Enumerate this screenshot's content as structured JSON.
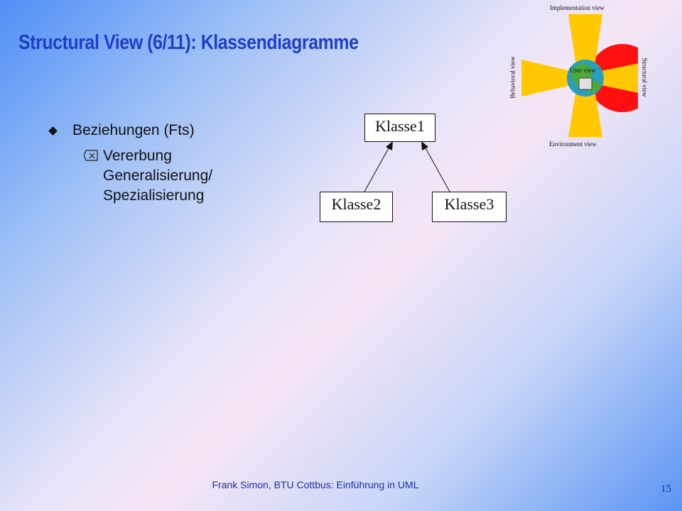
{
  "slide": {
    "title": "Structural View (6/11): Klassendiagramme",
    "bullet_1": "Beziehungen (Fts)",
    "bullet_2_lines": [
      "Vererbung",
      "Generalisierung/",
      "Spezialisierung"
    ],
    "footer": "Frank Simon, BTU Cottbus: Einführung in UML",
    "page_number": "15"
  },
  "diagram": {
    "classes": [
      "Klasse1",
      "Klasse2",
      "Klasse3"
    ]
  },
  "views_graphic": {
    "implementation_label": "Implementation view",
    "behavioral_label": "Behavioral view",
    "structural_label": "Structural view",
    "environment_label": "Environment view",
    "user_label": "User view",
    "colors": {
      "petal": "#ffc800",
      "highlight": "#ff1010",
      "globe": "#2a9fb8"
    }
  }
}
